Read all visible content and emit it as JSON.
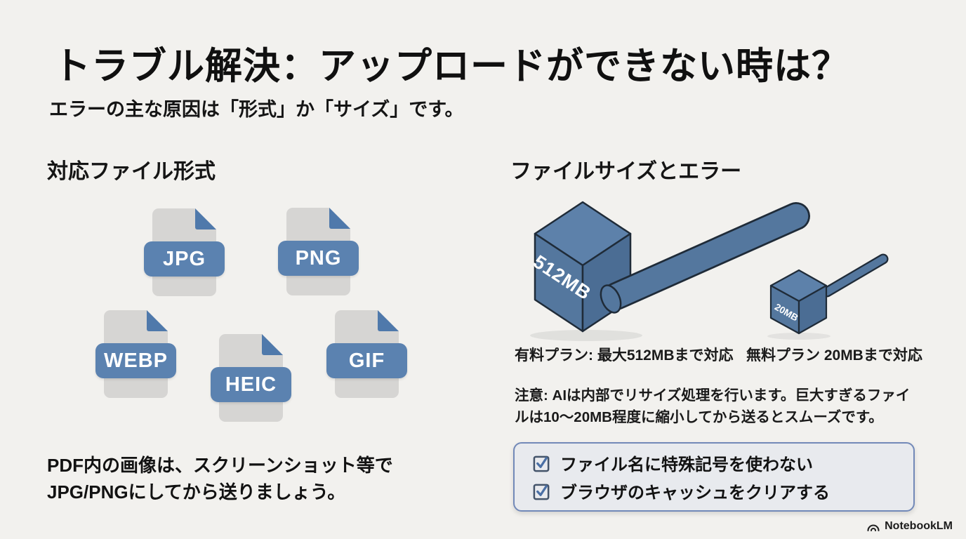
{
  "title": "トラブル解決：アップロードができない時は？",
  "subtitle": "エラーの主な原因は「形式」か「サイズ」です。",
  "formats_section": {
    "heading": "対応ファイル形式",
    "formats": [
      "JPG",
      "PNG",
      "WEBP",
      "HEIC",
      "GIF"
    ],
    "pdf_note_line1": "PDF内の画像は、スクリーンショット等で",
    "pdf_note_line2": "JPG/PNGにしてから送りましょう。"
  },
  "size_section": {
    "heading": "ファイルサイズとエラー",
    "paid_mallet_label": "512MB",
    "free_mallet_label": "20MB",
    "paid_caption": "有料プラン: 最大512MBまで対応",
    "free_caption": "無料プラン 20MBまで対応",
    "note_line1": "注意: AIは内部でリサイズ処理を行います。巨大すぎるファイ",
    "note_line2": "ルは10〜20MB程度に縮小してから送るとスムーズです。",
    "checklist": [
      "ファイル名に特殊記号を使わない",
      "ブラウザのキャッシュをクリアする"
    ]
  },
  "footer": {
    "brand": "NotebookLM"
  },
  "colors": {
    "background": "#f2f1ee",
    "accent_blue": "#5b82b0",
    "fold_blue": "#4f79ab",
    "doc_gray": "#d6d5d3",
    "mallet_front": "#54779e",
    "mallet_top": "#5d81aa",
    "mallet_right": "#4b6d94",
    "mallet_outline": "#1f2b38",
    "checklist_border": "#7289b8",
    "checklist_bg": "#e8eaee",
    "text": "#141414"
  }
}
